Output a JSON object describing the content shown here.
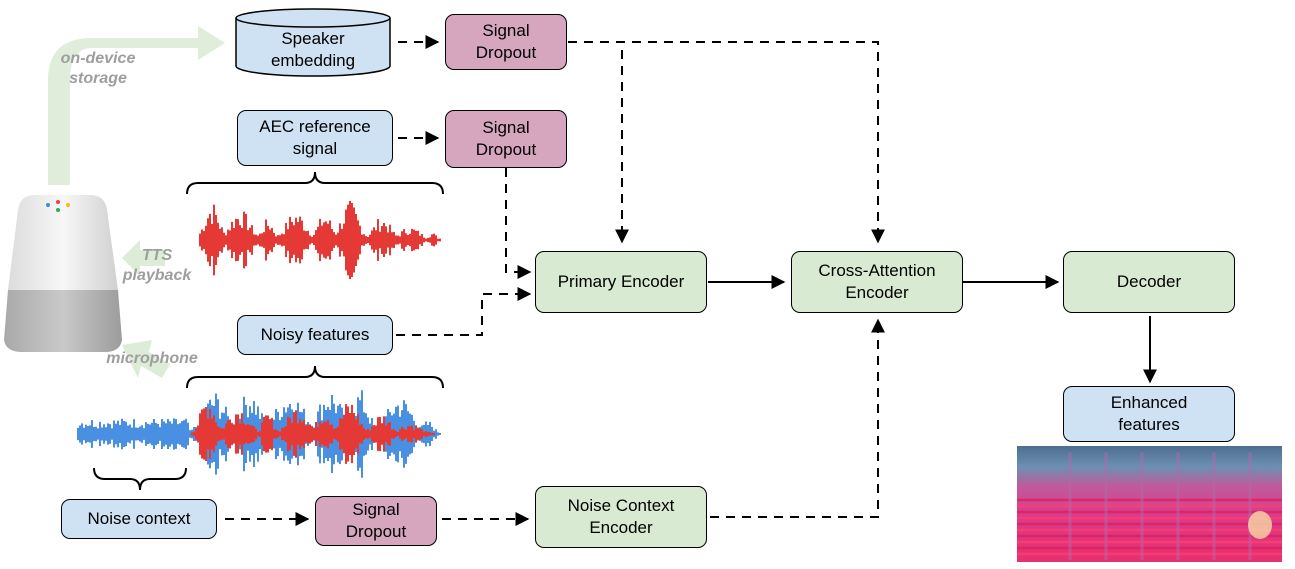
{
  "labels": {
    "speaker_embedding": "Speaker\nembedding",
    "signal_dropout_top": "Signal\nDropout",
    "aec_reference": "AEC reference\nsignal",
    "signal_dropout_mid": "Signal\nDropout",
    "noisy_features": "Noisy features",
    "noise_context": "Noise context",
    "signal_dropout_bottom": "Signal\nDropout",
    "primary_encoder": "Primary Encoder",
    "cross_attention_encoder": "Cross-Attention\nEncoder",
    "decoder": "Decoder",
    "noise_context_encoder": "Noise Context\nEncoder",
    "enhanced_features": "Enhanced\nfeatures"
  },
  "annotations": {
    "on_device_storage": "on-device\nstorage",
    "tts_playback": "TTS\nplayback",
    "microphone": "microphone"
  },
  "colors": {
    "input_box": "#cfe2f3",
    "dropout_box": "#d5a6bd",
    "model_box": "#d9ead3",
    "arrow_annotation": "#d9ead3",
    "waveform_tts": "#e53935",
    "waveform_noise": "#4a90e2"
  },
  "icons": {
    "smart_speaker": "smart-speaker-icon",
    "spectrogram": "spectrogram-image"
  }
}
